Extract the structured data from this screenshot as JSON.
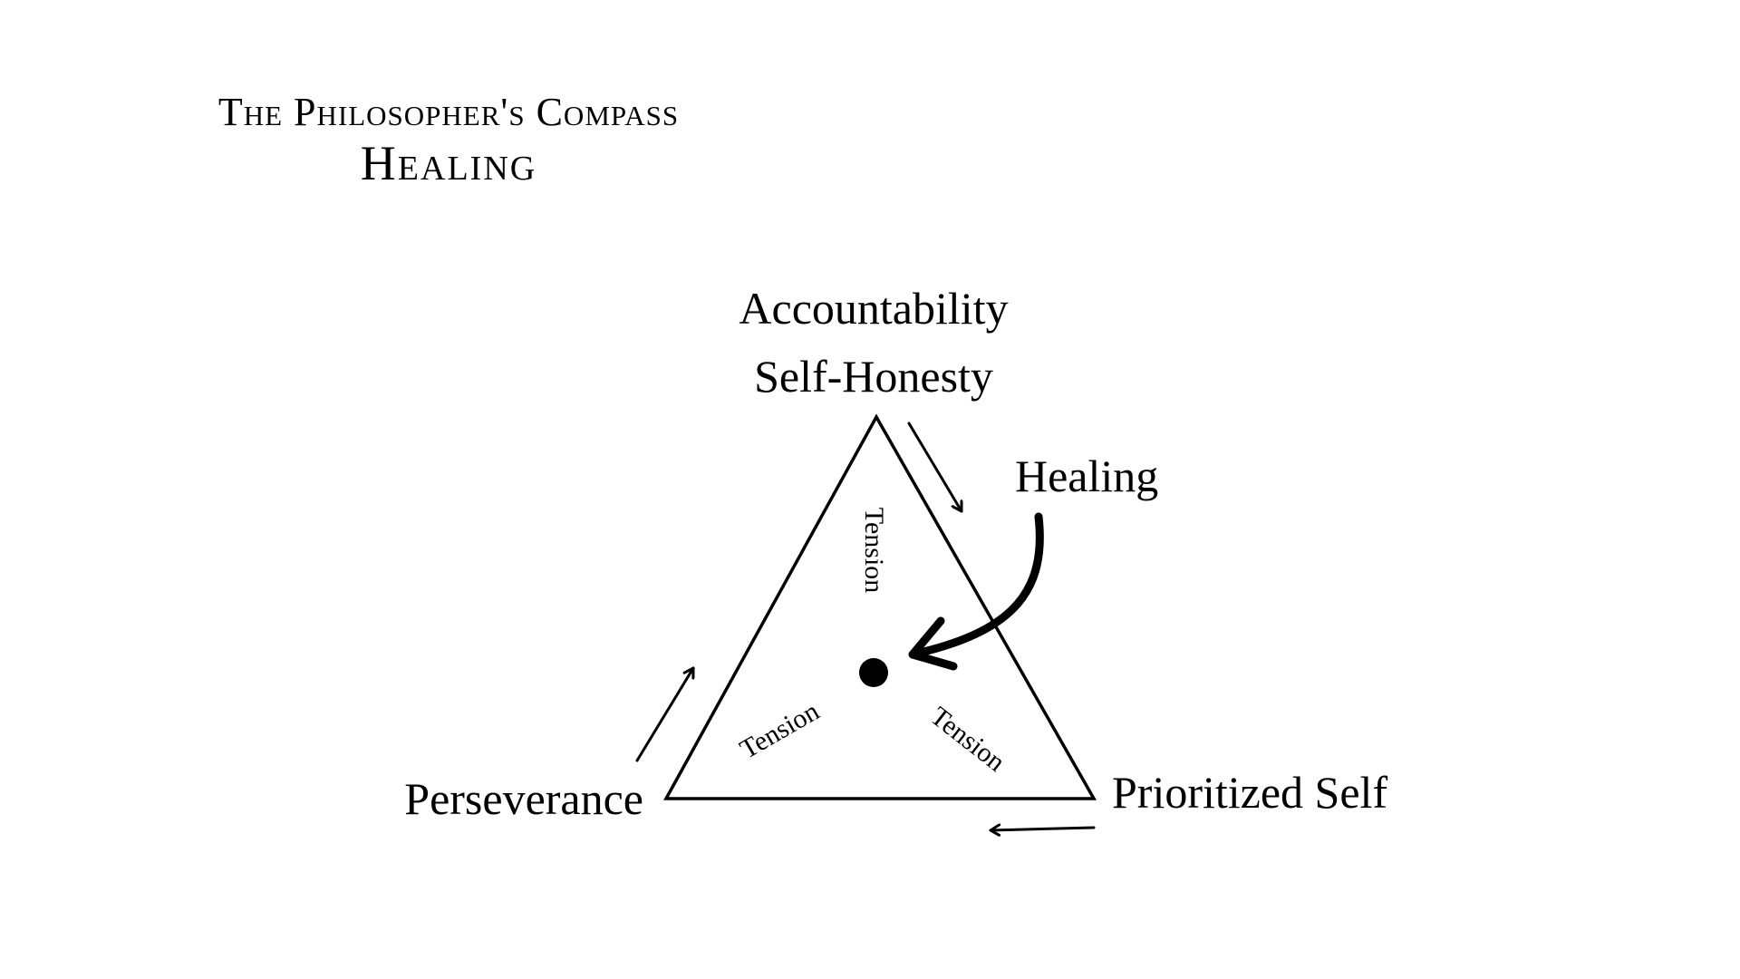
{
  "title": {
    "supertitle": "The Philosopher's Compass",
    "main": "Healing"
  },
  "vertices": {
    "top_line1": "Accountability",
    "top_line2": "Self-Honesty",
    "left": "Perseverance",
    "right": "Prioritized Self"
  },
  "center_label": "Healing",
  "tension_labels": {
    "top": "Tension",
    "left": "Tension",
    "right": "Tension"
  }
}
